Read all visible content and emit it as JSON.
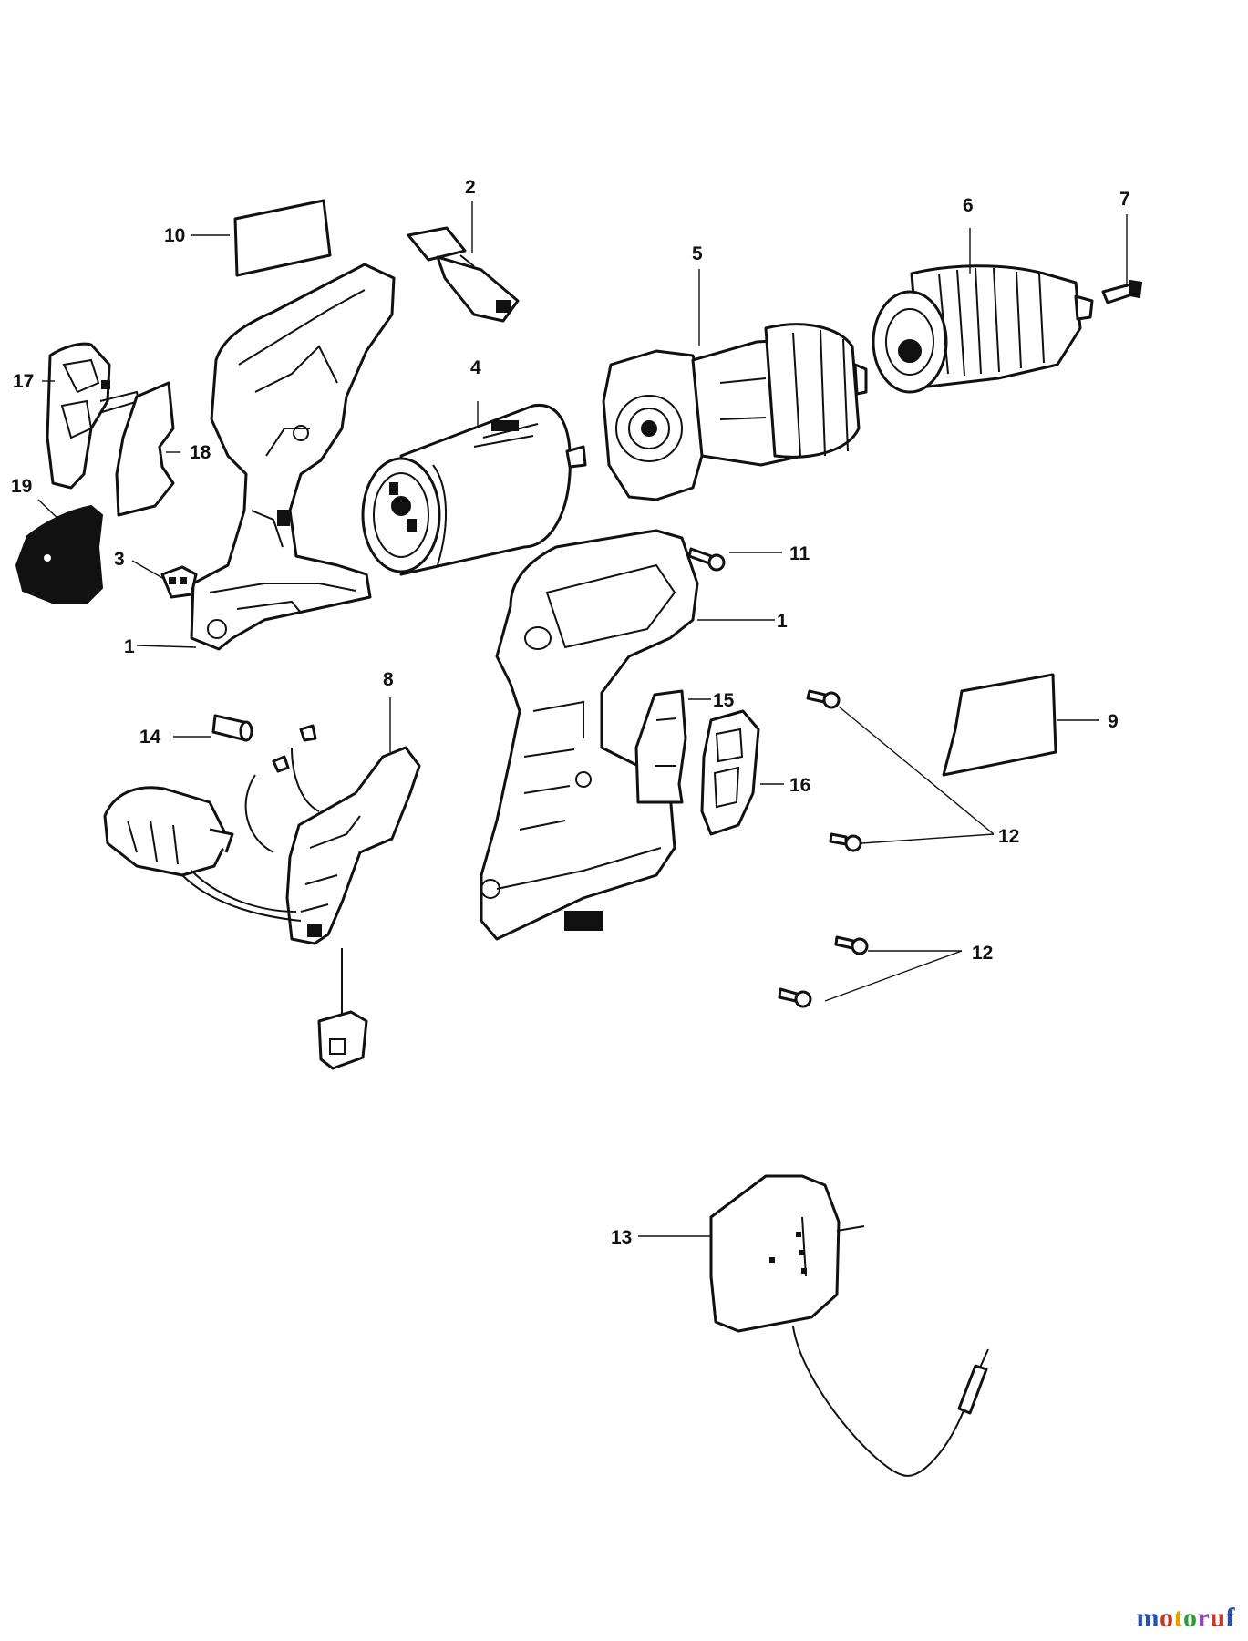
{
  "labels": {
    "p1a": "1",
    "p1b": "1",
    "p2": "2",
    "p3": "3",
    "p4": "4",
    "p5": "5",
    "p6": "6",
    "p7": "7",
    "p8": "8",
    "p9": "9",
    "p10": "10",
    "p11": "11",
    "p12a": "12",
    "p12b": "12",
    "p13": "13",
    "p14": "14",
    "p15": "15",
    "p16": "16",
    "p17": "17",
    "p18": "18",
    "p19": "19"
  },
  "watermark": {
    "text": "motoruf",
    "colors": [
      "#2a4fb0",
      "#c0392b",
      "#e6a100",
      "#2a9d3a",
      "#8e44ad",
      "#c0392b",
      "#2a4fb0"
    ]
  },
  "colors": {
    "ink": "#111111",
    "background": "#ffffff"
  }
}
